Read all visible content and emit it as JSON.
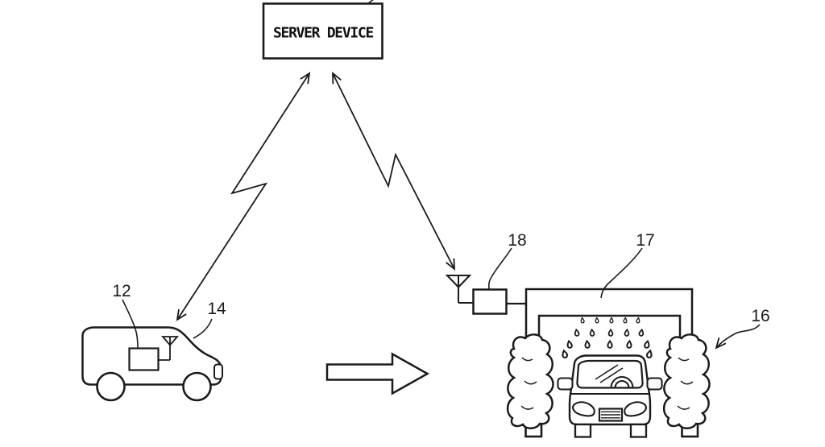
{
  "figure": {
    "server_box": {
      "label": "SERVER DEVICE"
    },
    "references": {
      "onboard_device": "12",
      "vehicle_antenna": "14",
      "brush": "16",
      "gantry": "17",
      "controller": "18"
    },
    "colors": {
      "line": "#1b1b1b",
      "background": "#ffffff"
    }
  }
}
